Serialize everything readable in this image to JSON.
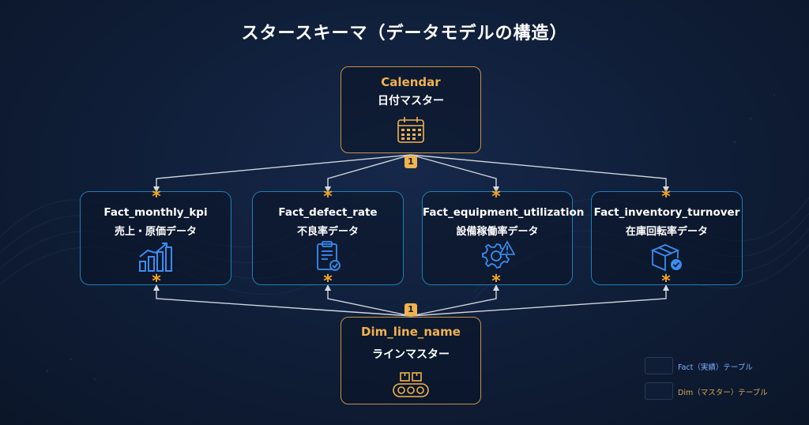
{
  "title": "スタースキーマ（データモデルの構造）",
  "dimensions": {
    "calendar": {
      "name": "Calendar",
      "label": "日付マスター",
      "icon": "calendar-icon"
    },
    "line": {
      "name": "Dim_line_name",
      "label": "ラインマスター",
      "icon": "conveyor-icon"
    }
  },
  "facts": [
    {
      "name": "Fact_monthly_kpi",
      "label": "売上・原価データ",
      "icon": "growth-chart-icon"
    },
    {
      "name": "Fact_defect_rate",
      "label": "不良率データ",
      "icon": "clipboard-check-icon"
    },
    {
      "name": "Fact_equipment_utilization",
      "label": "設備稼働率データ",
      "icon": "gear-alert-icon"
    },
    {
      "name": "Fact_inventory_turnover",
      "label": "在庫回転率データ",
      "icon": "inventory-box-icon"
    }
  ],
  "cardinality": {
    "one": "1",
    "many": "*"
  },
  "legend": [
    {
      "label": "Fact（実績）テーブル"
    },
    {
      "label": "Dim（マスター）テーブル"
    }
  ],
  "colors": {
    "background": "#0f1d36",
    "dim_border": "#c79243",
    "fact_border": "#1f7fb8",
    "accent": "#f2b24d",
    "icon_blue": "#3a8df0"
  }
}
